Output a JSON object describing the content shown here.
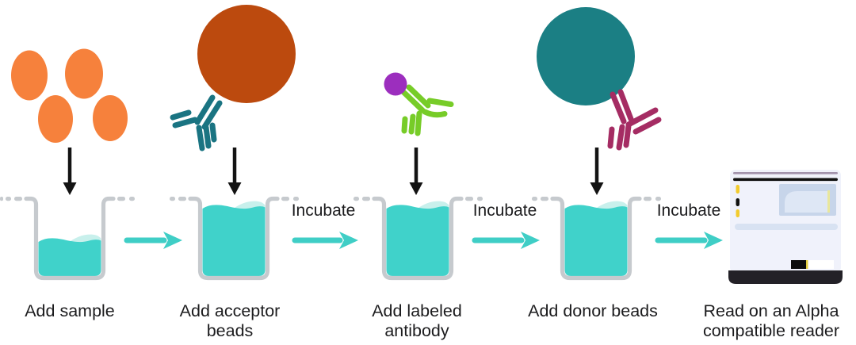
{
  "steps": [
    {
      "line1": "Add sample",
      "line2": ""
    },
    {
      "line1": "Add acceptor",
      "line2": "beads"
    },
    {
      "line1": "Add labeled",
      "line2": "antibody"
    },
    {
      "line1": "Add donor beads",
      "line2": ""
    },
    {
      "line1": "Read on an Alpha",
      "line2": "compatible reader"
    }
  ],
  "incubate_labels": [
    "Incubate",
    "Incubate",
    "Incubate"
  ],
  "colors": {
    "sample": "#F6813C",
    "acceptor_bead": "#BC4A0E",
    "acceptor_antibody": "#1A7482",
    "label_tag": "#9C2EBE",
    "labeled_antibody": "#77CC28",
    "donor_bead": "#1B7F84",
    "donor_antibody": "#A52C63",
    "well_liquid": "#40D2CA",
    "well_liquid_light": "#C8F0EC",
    "well_outline": "#C6CACE",
    "flow_arrow": "#3FCEC6",
    "add_arrow": "#131313"
  }
}
